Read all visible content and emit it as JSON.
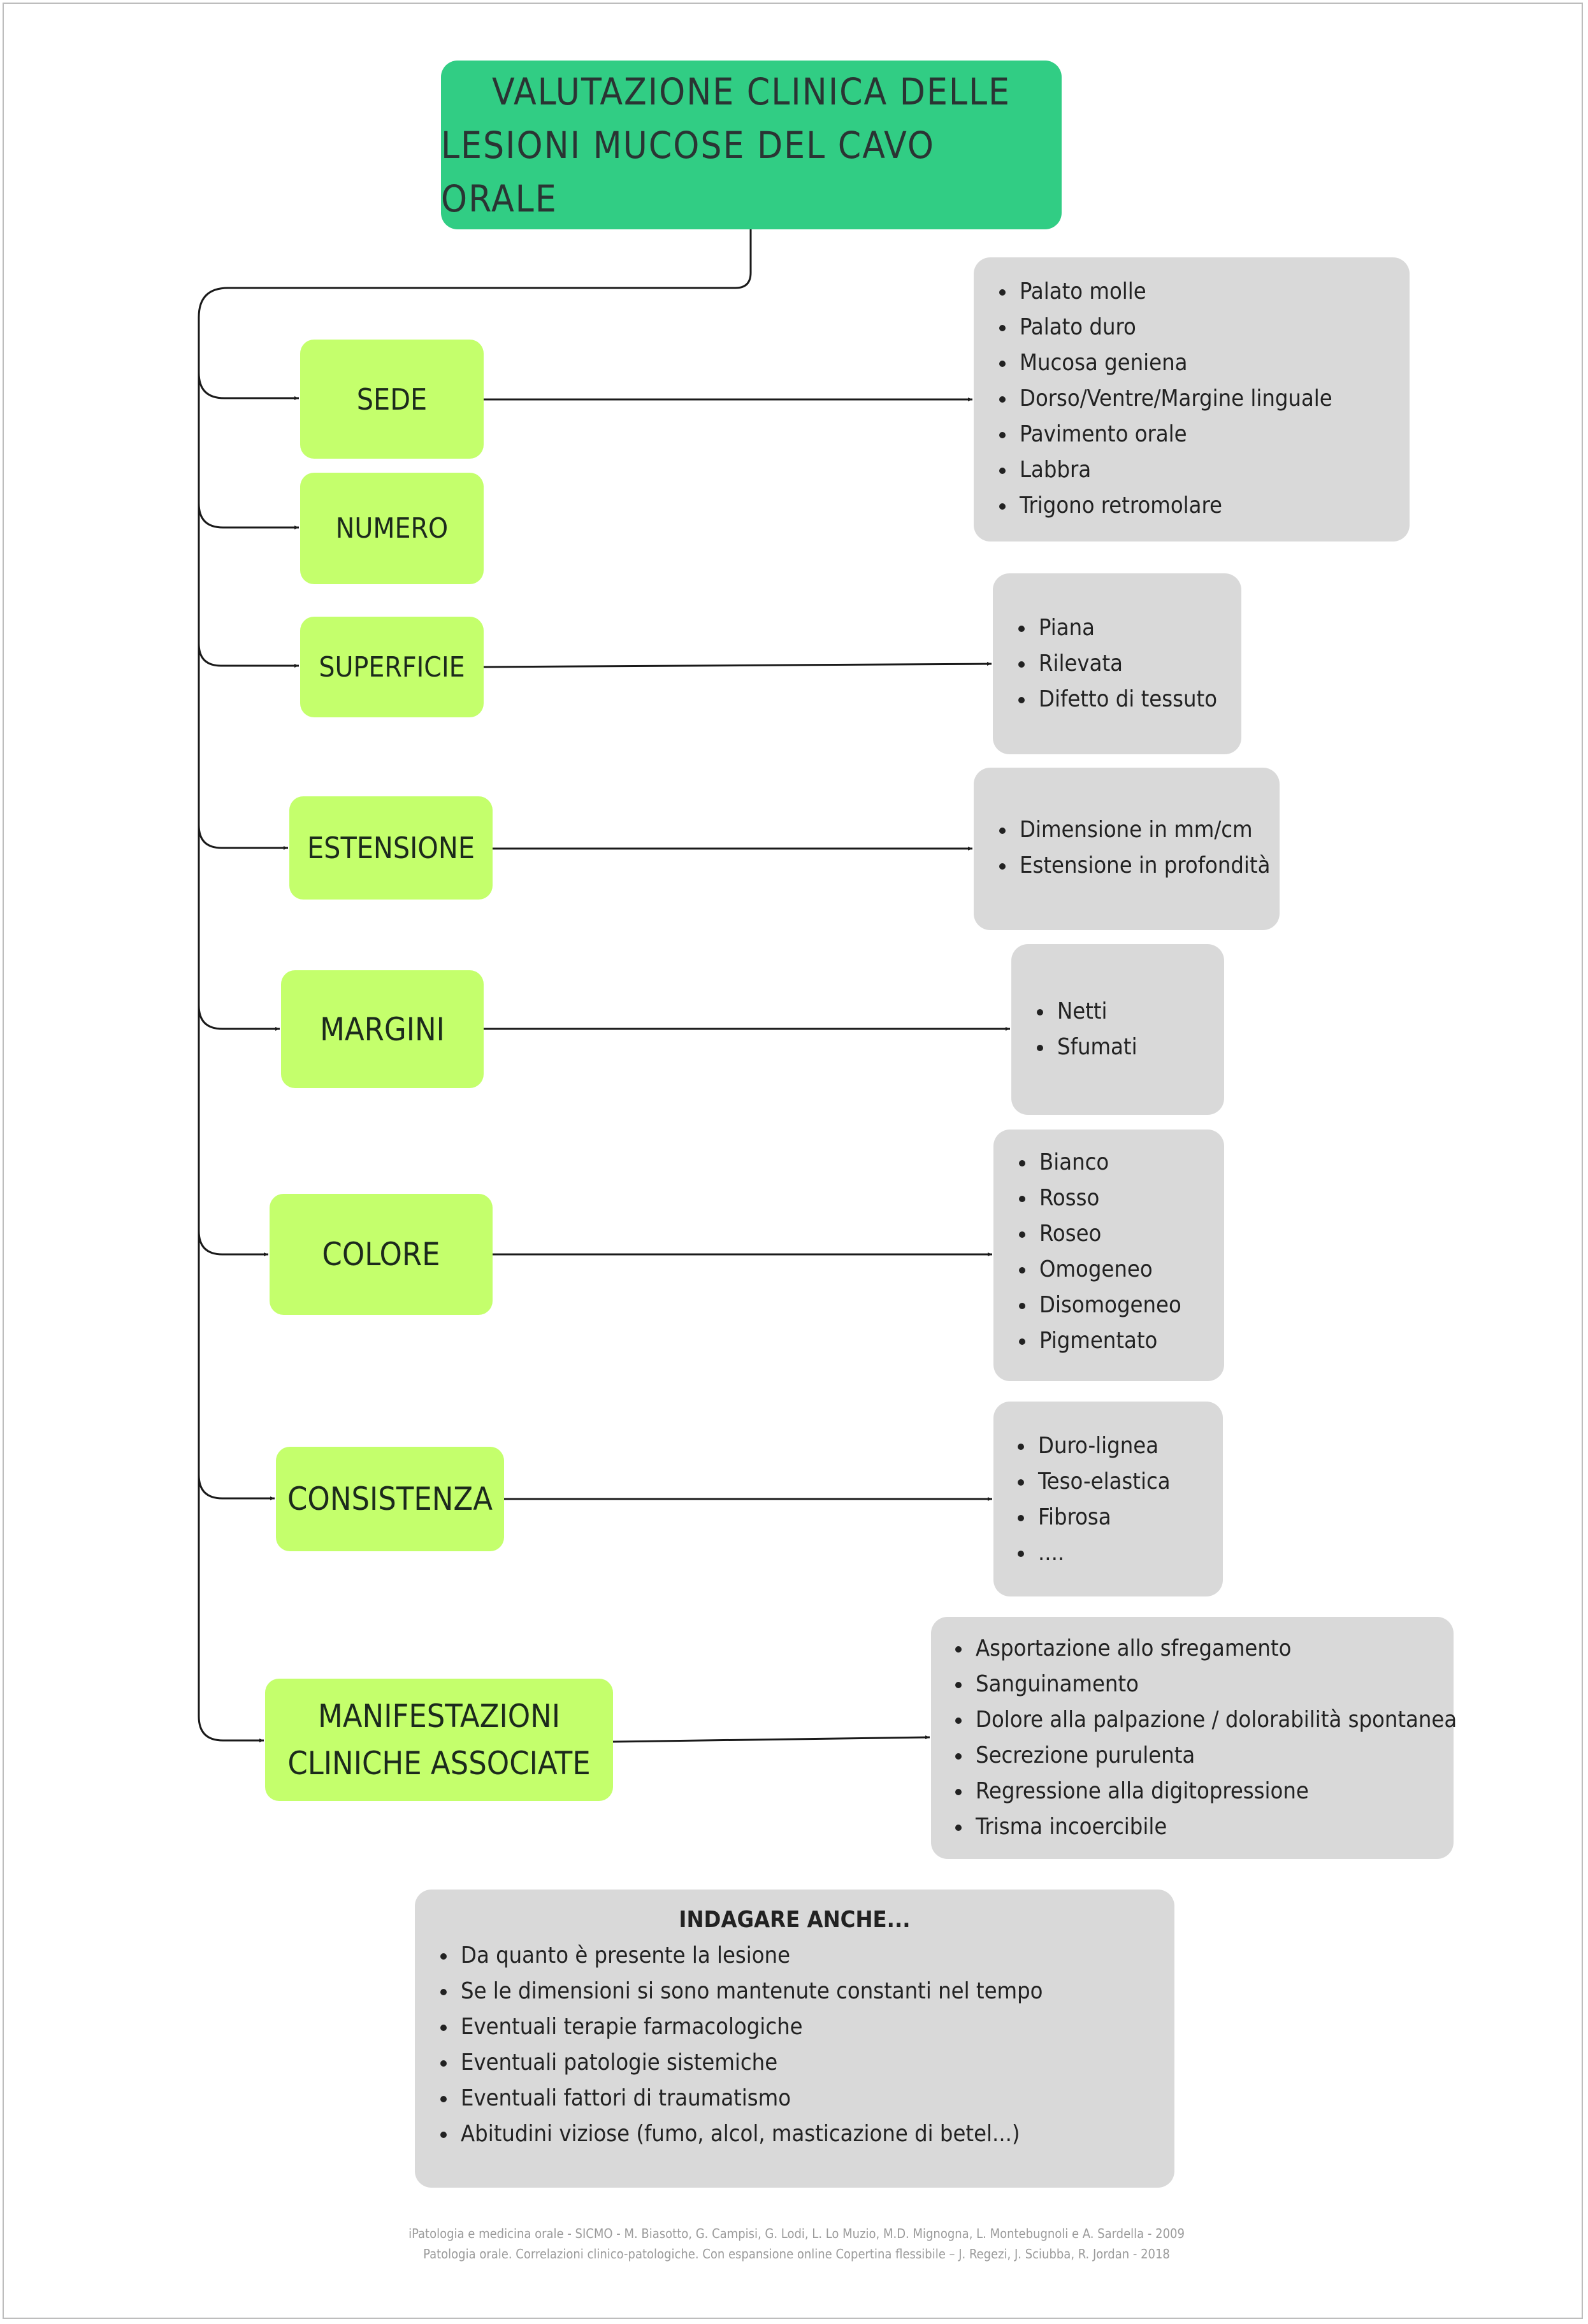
{
  "title": {
    "line1": "VALUTAZIONE CLINICA DELLE",
    "line2": "LESIONI MUCOSE DEL CAVO ORALE"
  },
  "categories": [
    {
      "label": "SEDE",
      "items": [
        "Palato molle",
        "Palato duro",
        "Mucosa geniena",
        "Dorso/Ventre/Margine linguale",
        "Pavimento orale",
        "Labbra",
        "Trigono retromolare"
      ]
    },
    {
      "label": "NUMERO",
      "items": []
    },
    {
      "label": "SUPERFICIE",
      "items": [
        "Piana",
        "Rilevata",
        "Difetto di tessuto"
      ]
    },
    {
      "label": "ESTENSIONE",
      "items": [
        "Dimensione in mm/cm",
        "Estensione in profondità"
      ]
    },
    {
      "label": "MARGINI",
      "items": [
        "Netti",
        "Sfumati"
      ]
    },
    {
      "label": "COLORE",
      "items": [
        "Bianco",
        "Rosso",
        "Roseo",
        "Omogeneo",
        "Disomogeneo",
        "Pigmentato"
      ]
    },
    {
      "label": "CONSISTENZA",
      "items": [
        "Duro-lignea",
        "Teso-elastica",
        "Fibrosa",
        "...."
      ]
    },
    {
      "label_lines": [
        "MANIFESTAZIONI",
        "CLINICHE ASSOCIATE"
      ],
      "items": [
        "Asportazione allo sfregamento",
        "Sanguinamento",
        "Dolore alla palpazione / dolorabilità spontanea",
        "Secrezione purulenta",
        "Regressione alla digitopressione",
        "Trisma incoercibile"
      ]
    }
  ],
  "extra": {
    "title": "INDAGARE ANCHE...",
    "items": [
      "Da quanto è presente la lesione",
      "Se le dimensioni si sono mantenute constanti nel tempo",
      "Eventuali terapie farmacologiche",
      "Eventuali patologie sistemiche",
      "Eventuali fattori di traumatismo",
      "Abitudini viziose (fumo, alcol, masticazione di betel...)"
    ]
  },
  "footer": {
    "line1": "iPatologia e medicina orale - SICMO -  M. Biasotto, G. Campisi, G. Lodi, L. Lo Muzio, M.D. Mignogna, L. Montebugnoli e A. Sardella - 2009",
    "line2": "Patologia orale. Correlazioni clinico-patologiche. Con espansione online Copertina flessibile – J. Regezi, J. Sciubba, R. Jordan - 2018"
  },
  "colors": {
    "title_fill": "#31cd84",
    "category_fill": "#c4ff6c",
    "detail_fill": "#d9d9d9",
    "connector": "#1a1a1a"
  }
}
